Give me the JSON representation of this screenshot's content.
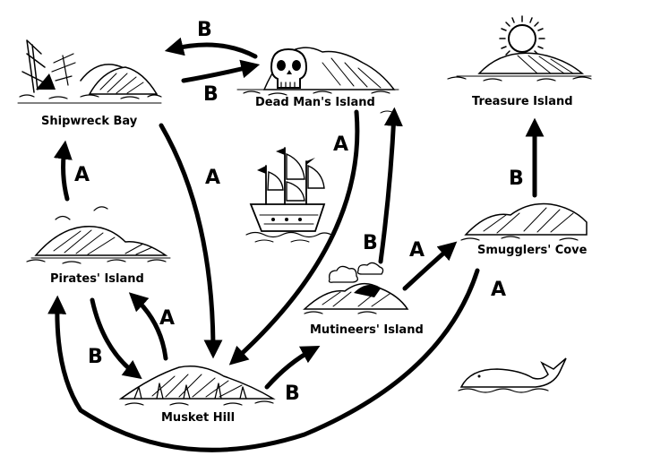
{
  "islands": {
    "shipwreck_bay": "Shipwreck Bay",
    "dead_mans_island": "Dead Man's Island",
    "treasure_island": "Treasure Island",
    "pirates_island": "Pirates' Island",
    "smugglers_cove": "Smugglers' Cove",
    "mutineers_island": "Mutineers' Island",
    "musket_hill": "Musket Hill"
  },
  "routes": [
    {
      "from": "Dead Man's Island",
      "to": "Shipwreck Bay",
      "label": "B"
    },
    {
      "from": "Shipwreck Bay",
      "to": "Dead Man's Island",
      "label": "B"
    },
    {
      "from": "Pirates' Island",
      "to": "Shipwreck Bay",
      "label": "A"
    },
    {
      "from": "Shipwreck Bay",
      "to": "Musket Hill",
      "label": "A"
    },
    {
      "from": "Dead Man's Island",
      "to": "Musket Hill",
      "label": "A"
    },
    {
      "from": "Mutineers' Island",
      "to": "Dead Man's Island",
      "label": "B"
    },
    {
      "from": "Mutineers' Island",
      "to": "Smugglers' Cove",
      "label": "A"
    },
    {
      "from": "Smugglers' Cove",
      "to": "Treasure Island",
      "label": "B"
    },
    {
      "from": "Smugglers' Cove",
      "to": "Pirates' Island",
      "label": "A"
    },
    {
      "from": "Pirates' Island",
      "to": "Musket Hill",
      "label": "B"
    },
    {
      "from": "Musket Hill",
      "to": "Pirates' Island",
      "label": "A"
    },
    {
      "from": "Musket Hill",
      "to": "Mutineers' Island",
      "label": "B"
    }
  ],
  "icons": [
    "shipwreck-icon",
    "skull-icon",
    "sun-icon",
    "sailing-ship-icon",
    "whale-icon",
    "cloud-icon"
  ]
}
